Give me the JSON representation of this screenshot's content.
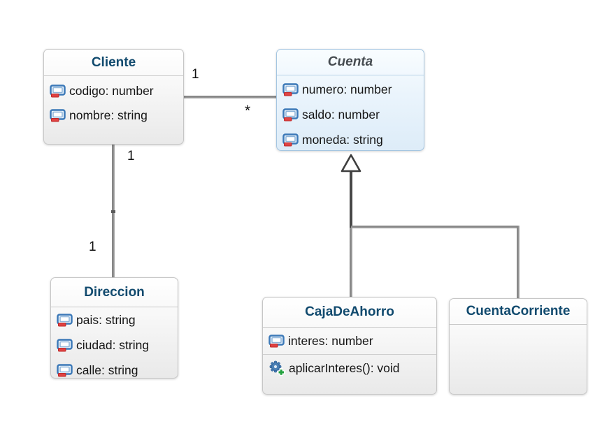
{
  "diagram_type": "uml-class-diagram",
  "classes": [
    {
      "name": "Cliente",
      "stereotype": "class",
      "attributes": [
        "codigo: number",
        "nombre: string"
      ],
      "methods": []
    },
    {
      "name": "Cuenta",
      "stereotype": "abstract-class",
      "attributes": [
        "numero: number",
        "saldo: number",
        "moneda: string"
      ],
      "methods": []
    },
    {
      "name": "Direccion",
      "stereotype": "class",
      "attributes": [
        "pais: string",
        "ciudad: string",
        "calle: string"
      ],
      "methods": []
    },
    {
      "name": "CajaDeAhorro",
      "stereotype": "class",
      "attributes": [
        "interes: number"
      ],
      "methods": [
        "aplicarInteres(): void"
      ]
    },
    {
      "name": "CuentaCorriente",
      "stereotype": "class",
      "attributes": [],
      "methods": []
    }
  ],
  "relationships": [
    {
      "type": "association",
      "from": "Cliente",
      "to": "Cuenta",
      "from_label": "1",
      "to_label": "*"
    },
    {
      "type": "association",
      "from": "Cliente",
      "to": "Direccion",
      "from_label": "1",
      "to_label": "1"
    },
    {
      "type": "generalization",
      "from": "CajaDeAhorro",
      "to": "Cuenta"
    },
    {
      "type": "generalization",
      "from": "CuentaCorriente",
      "to": "Cuenta"
    }
  ],
  "colors": {
    "class_title": "#114a6e",
    "abstract_title": "#464c51",
    "box_border_gray": "#c6c6c6",
    "box_border_blue": "#a5c6e1",
    "blue_fill": "#eaf4fc",
    "association_line": "#8e8e8e",
    "generalization_line": "#474747",
    "attribute_icon_blue": "#3c79b8",
    "attribute_icon_red": "#e04343",
    "method_gear_blue": "#4b80b4",
    "method_plus_green": "#23a13f",
    "background": "#ffffff"
  }
}
